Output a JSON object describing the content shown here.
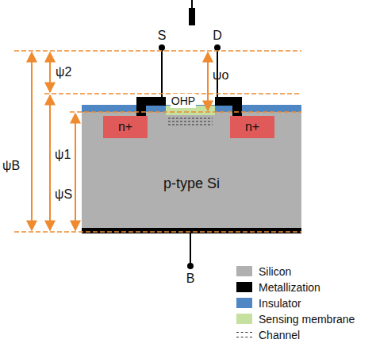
{
  "diagram": {
    "nodes": [
      {
        "text": [
          "p-type Si"
        ]
      },
      {
        "text": [
          "n+"
        ],
        "in": 0
      },
      {
        "text": [
          "n+"
        ],
        "in": 0
      }
    ],
    "labels": [
      "S",
      "D",
      "ψ2",
      "ψo",
      "ψB",
      "ψ1",
      "OHP",
      "ψS",
      "B"
    ],
    "legend": [
      {
        "text": "Silicon",
        "color": "#b0b0b0"
      },
      {
        "text": "Metallization",
        "color": "#000000"
      },
      {
        "text": "Insulator",
        "color": "#4f87c5"
      },
      {
        "text": "Sensing membrane",
        "color": "#c6e0a0"
      },
      {
        "text": "Channel"
      }
    ]
  }
}
